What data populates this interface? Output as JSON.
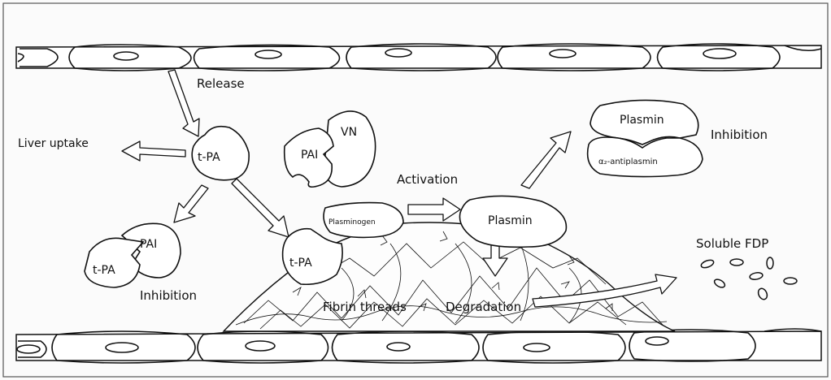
{
  "labels": {
    "release": "Release",
    "liver_uptake": "Liver uptake",
    "tpa_center": "t-PA",
    "pai_vn_pai": "PAI",
    "pai_vn_vn": "VN",
    "complex_pai": "PAI",
    "complex_tpa": "t-PA",
    "inhibition_left": "Inhibition",
    "tpa_clot": "t-PA",
    "plasminogen": "Plasminogen",
    "activation": "Activation",
    "plasmin_main": "Plasmin",
    "plasmin_top": "Plasmin",
    "alpha2_antiplasmin": "α₂-antiplasmin",
    "inhibition_right": "Inhibition",
    "soluble_fdp": "Soluble FDP",
    "fibrin_threads": "Fibrin threads",
    "degradation": "Degradation"
  }
}
